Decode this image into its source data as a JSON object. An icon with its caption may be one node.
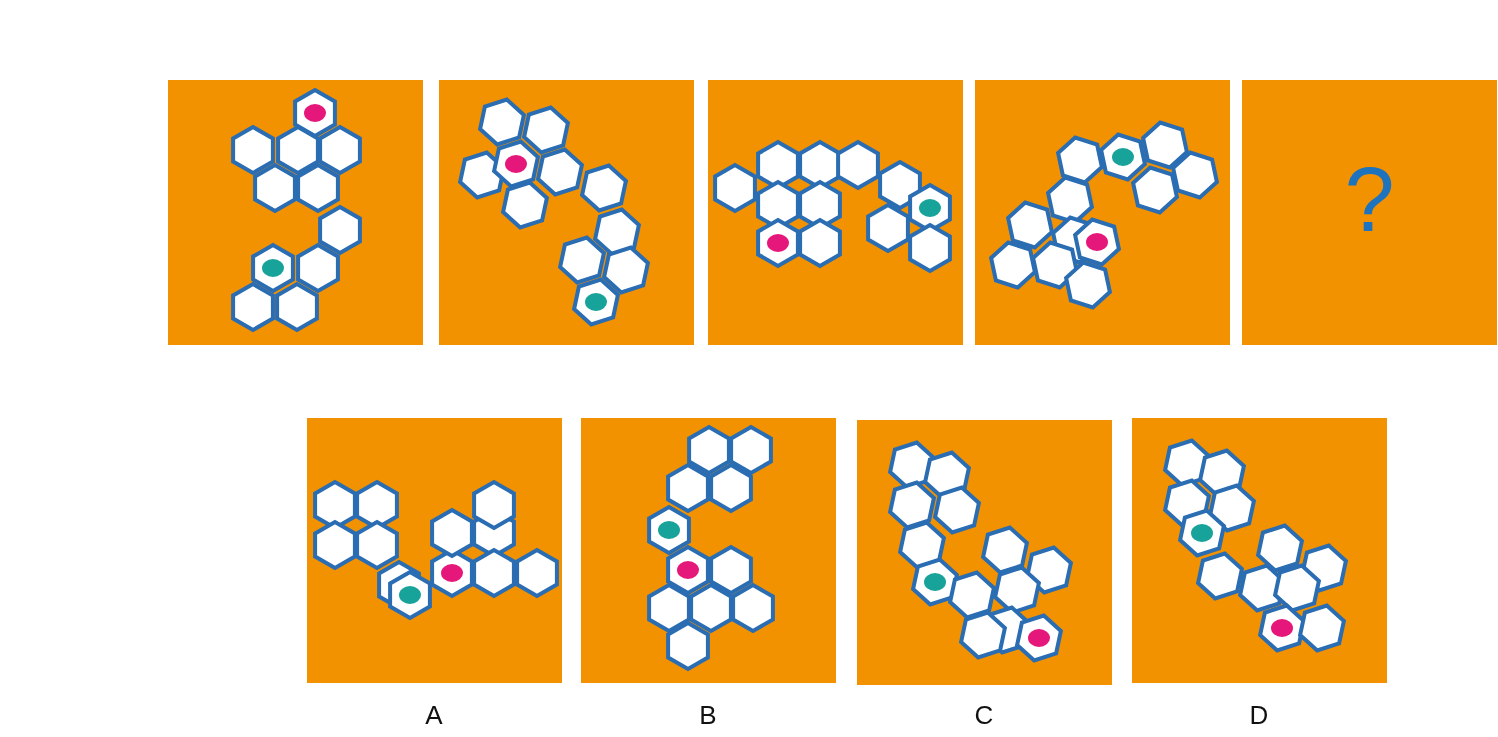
{
  "diagram": {
    "nodes": [
      {
        "text": [],
        "shape": "picture"
      },
      {
        "text": [],
        "shape": "picture"
      },
      {
        "text": [],
        "shape": "picture"
      },
      {
        "text": [],
        "shape": "picture"
      },
      {
        "text": [
          "?"
        ]
      },
      {
        "text": [],
        "shape": "picture",
        "beside": [
          "A"
        ]
      },
      {
        "text": [],
        "shape": "picture",
        "beside": [
          "B"
        ]
      },
      {
        "text": [],
        "shape": "picture",
        "beside": [
          "C"
        ]
      },
      {
        "text": [],
        "shape": "picture",
        "beside": [
          "D"
        ]
      }
    ]
  }
}
